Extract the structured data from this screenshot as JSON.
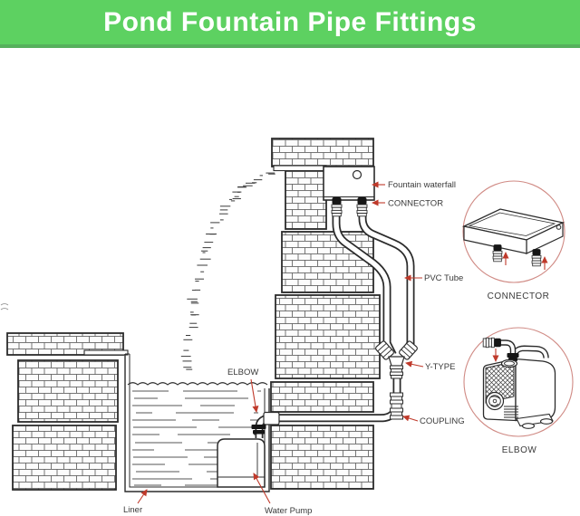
{
  "header": {
    "title": "Pond Fountain Pipe Fittings",
    "bg": "#5dd161",
    "text_color": "#ffffff"
  },
  "diagram": {
    "labels": {
      "fountain_waterfall": "Fountain waterfall",
      "connector": "CONNECTOR",
      "pvc_tube": "PVC Tube",
      "y_type": "Y-TYPE",
      "coupling": "COUPLING",
      "elbow": "ELBOW",
      "liner": "Liner",
      "water_pump": "Water Pump"
    },
    "detail_views": {
      "connector_caption": "CONNECTOR",
      "elbow_caption": "ELBOW"
    },
    "colors": {
      "line": "#2b2b2b",
      "arrow_red": "#bf3a2b",
      "detail_circle": "#d08a84",
      "brick_line": "#4a4a4a"
    }
  }
}
